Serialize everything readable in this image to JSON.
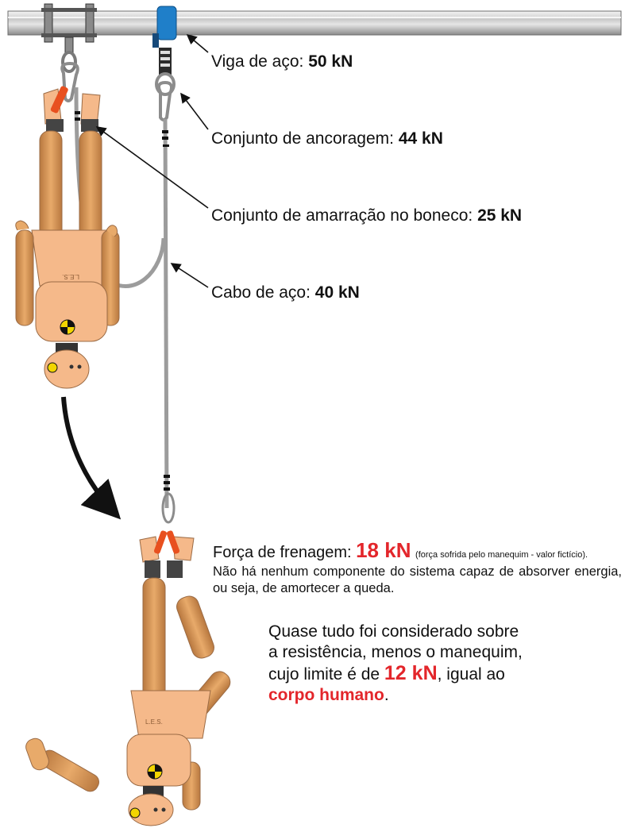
{
  "labels": {
    "beam": {
      "text": "Viga de aço: ",
      "value": "50 kN"
    },
    "anchor": {
      "text": "Conjunto de ancoragem: ",
      "value": "44 kN"
    },
    "lanyard": {
      "text": "Conjunto de amarração no boneco: ",
      "value": "25 kN"
    },
    "cable": {
      "text": "Cabo de aço: ",
      "value": "40 kN"
    }
  },
  "braking": {
    "label": "Força de frenagem: ",
    "value": "18 kN",
    "note": "(força sofrida pelo manequim - valor fictício).",
    "description": "Não há nenhum componente do sistema capaz de absorver energia, ou seja, de amortecer a queda."
  },
  "conclusion": {
    "part1": "Quase tudo foi considerado sobre a resistência, menos o manequim, cujo limite é de ",
    "limit": "12 kN",
    "part2": ", igual ao ",
    "highlight": "corpo humano",
    "part3": "."
  },
  "dummy_marking": "L.E.S.",
  "colors": {
    "accent_red": "#e3262b",
    "skin": "#f5b98a",
    "limb": "#d99a5c",
    "cable": "#9c9c9c",
    "beam": "#c8c8c8",
    "blue": "#1f7fc9",
    "orange": "#e8501f"
  }
}
